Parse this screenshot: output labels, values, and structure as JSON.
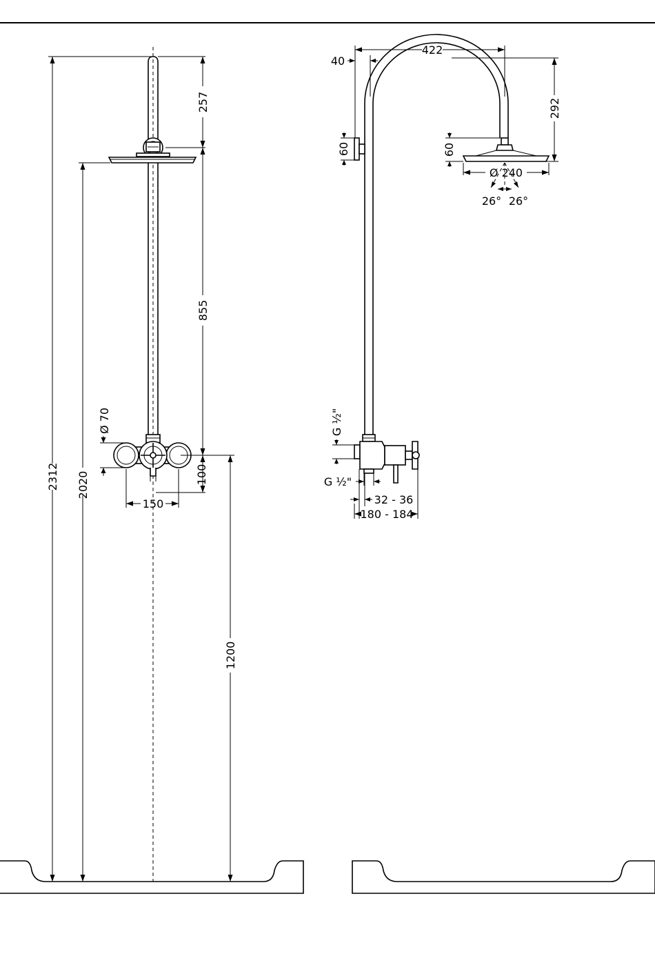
{
  "front_view": {
    "dim_total_height": "2312",
    "dim_head_height": "2020",
    "dim_top": "257",
    "dim_mid": "855",
    "dim_mixer_diameter": "Ø 70",
    "dim_mixer_drop": "100",
    "dim_mixer_width": "150",
    "dim_mixer_height": "1200"
  },
  "side_view": {
    "dim_arm_width": "422",
    "dim_offset": "40",
    "dim_arm_height": "292",
    "dim_bracket": "60",
    "dim_head_neck": "60",
    "dim_head_diameter": "Ø 240",
    "dim_angle_left": "26°",
    "dim_angle_right": "26°",
    "dim_inlet_top": "G ½\"",
    "dim_inlet_side": "G ½\"",
    "dim_depth_small": "32 - 36",
    "dim_depth_large": "180 - 184"
  }
}
